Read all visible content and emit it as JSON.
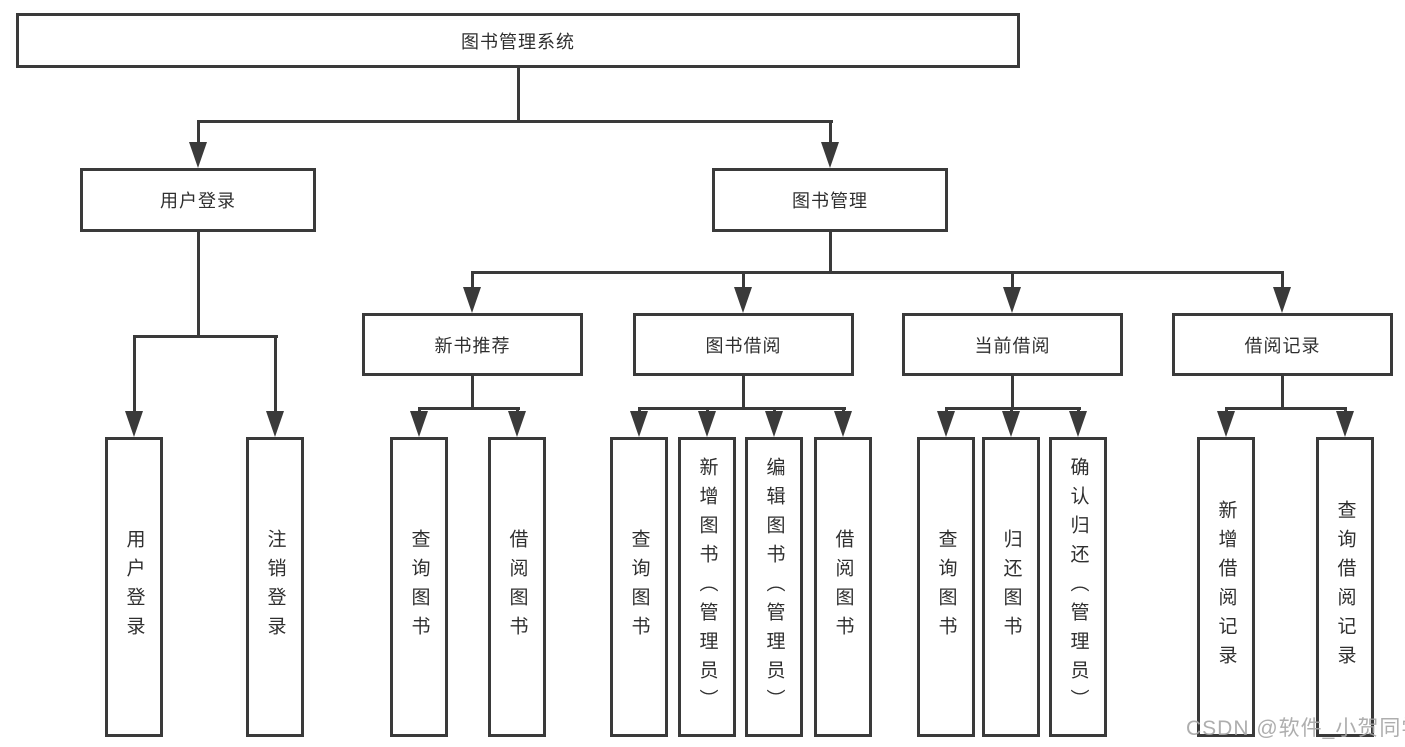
{
  "root": {
    "label": "图书管理系统",
    "children": [
      {
        "label": "用户登录",
        "children": [
          {
            "label": "用户登录"
          },
          {
            "label": "注销登录"
          }
        ]
      },
      {
        "label": "图书管理",
        "children": [
          {
            "label": "新书推荐",
            "children": [
              {
                "label": "查询图书"
              },
              {
                "label": "借阅图书"
              }
            ]
          },
          {
            "label": "图书借阅",
            "children": [
              {
                "label": "查询图书"
              },
              {
                "label": "新增图书（管理员）"
              },
              {
                "label": "编辑图书（管理员）"
              },
              {
                "label": "借阅图书"
              }
            ]
          },
          {
            "label": "当前借阅",
            "children": [
              {
                "label": "查询图书"
              },
              {
                "label": "归还图书"
              },
              {
                "label": "确认归还（管理员）"
              }
            ]
          },
          {
            "label": "借阅记录",
            "children": [
              {
                "label": "新增借阅记录"
              },
              {
                "label": "查询借阅记录"
              }
            ]
          }
        ]
      }
    ]
  },
  "watermark": {
    "text": "CSDN @软件_小贺同学"
  },
  "colors": {
    "line": "#3a3a3a",
    "text": "#2f2f2f",
    "watermark": "#a6a6a6",
    "background": "#ffffff"
  }
}
